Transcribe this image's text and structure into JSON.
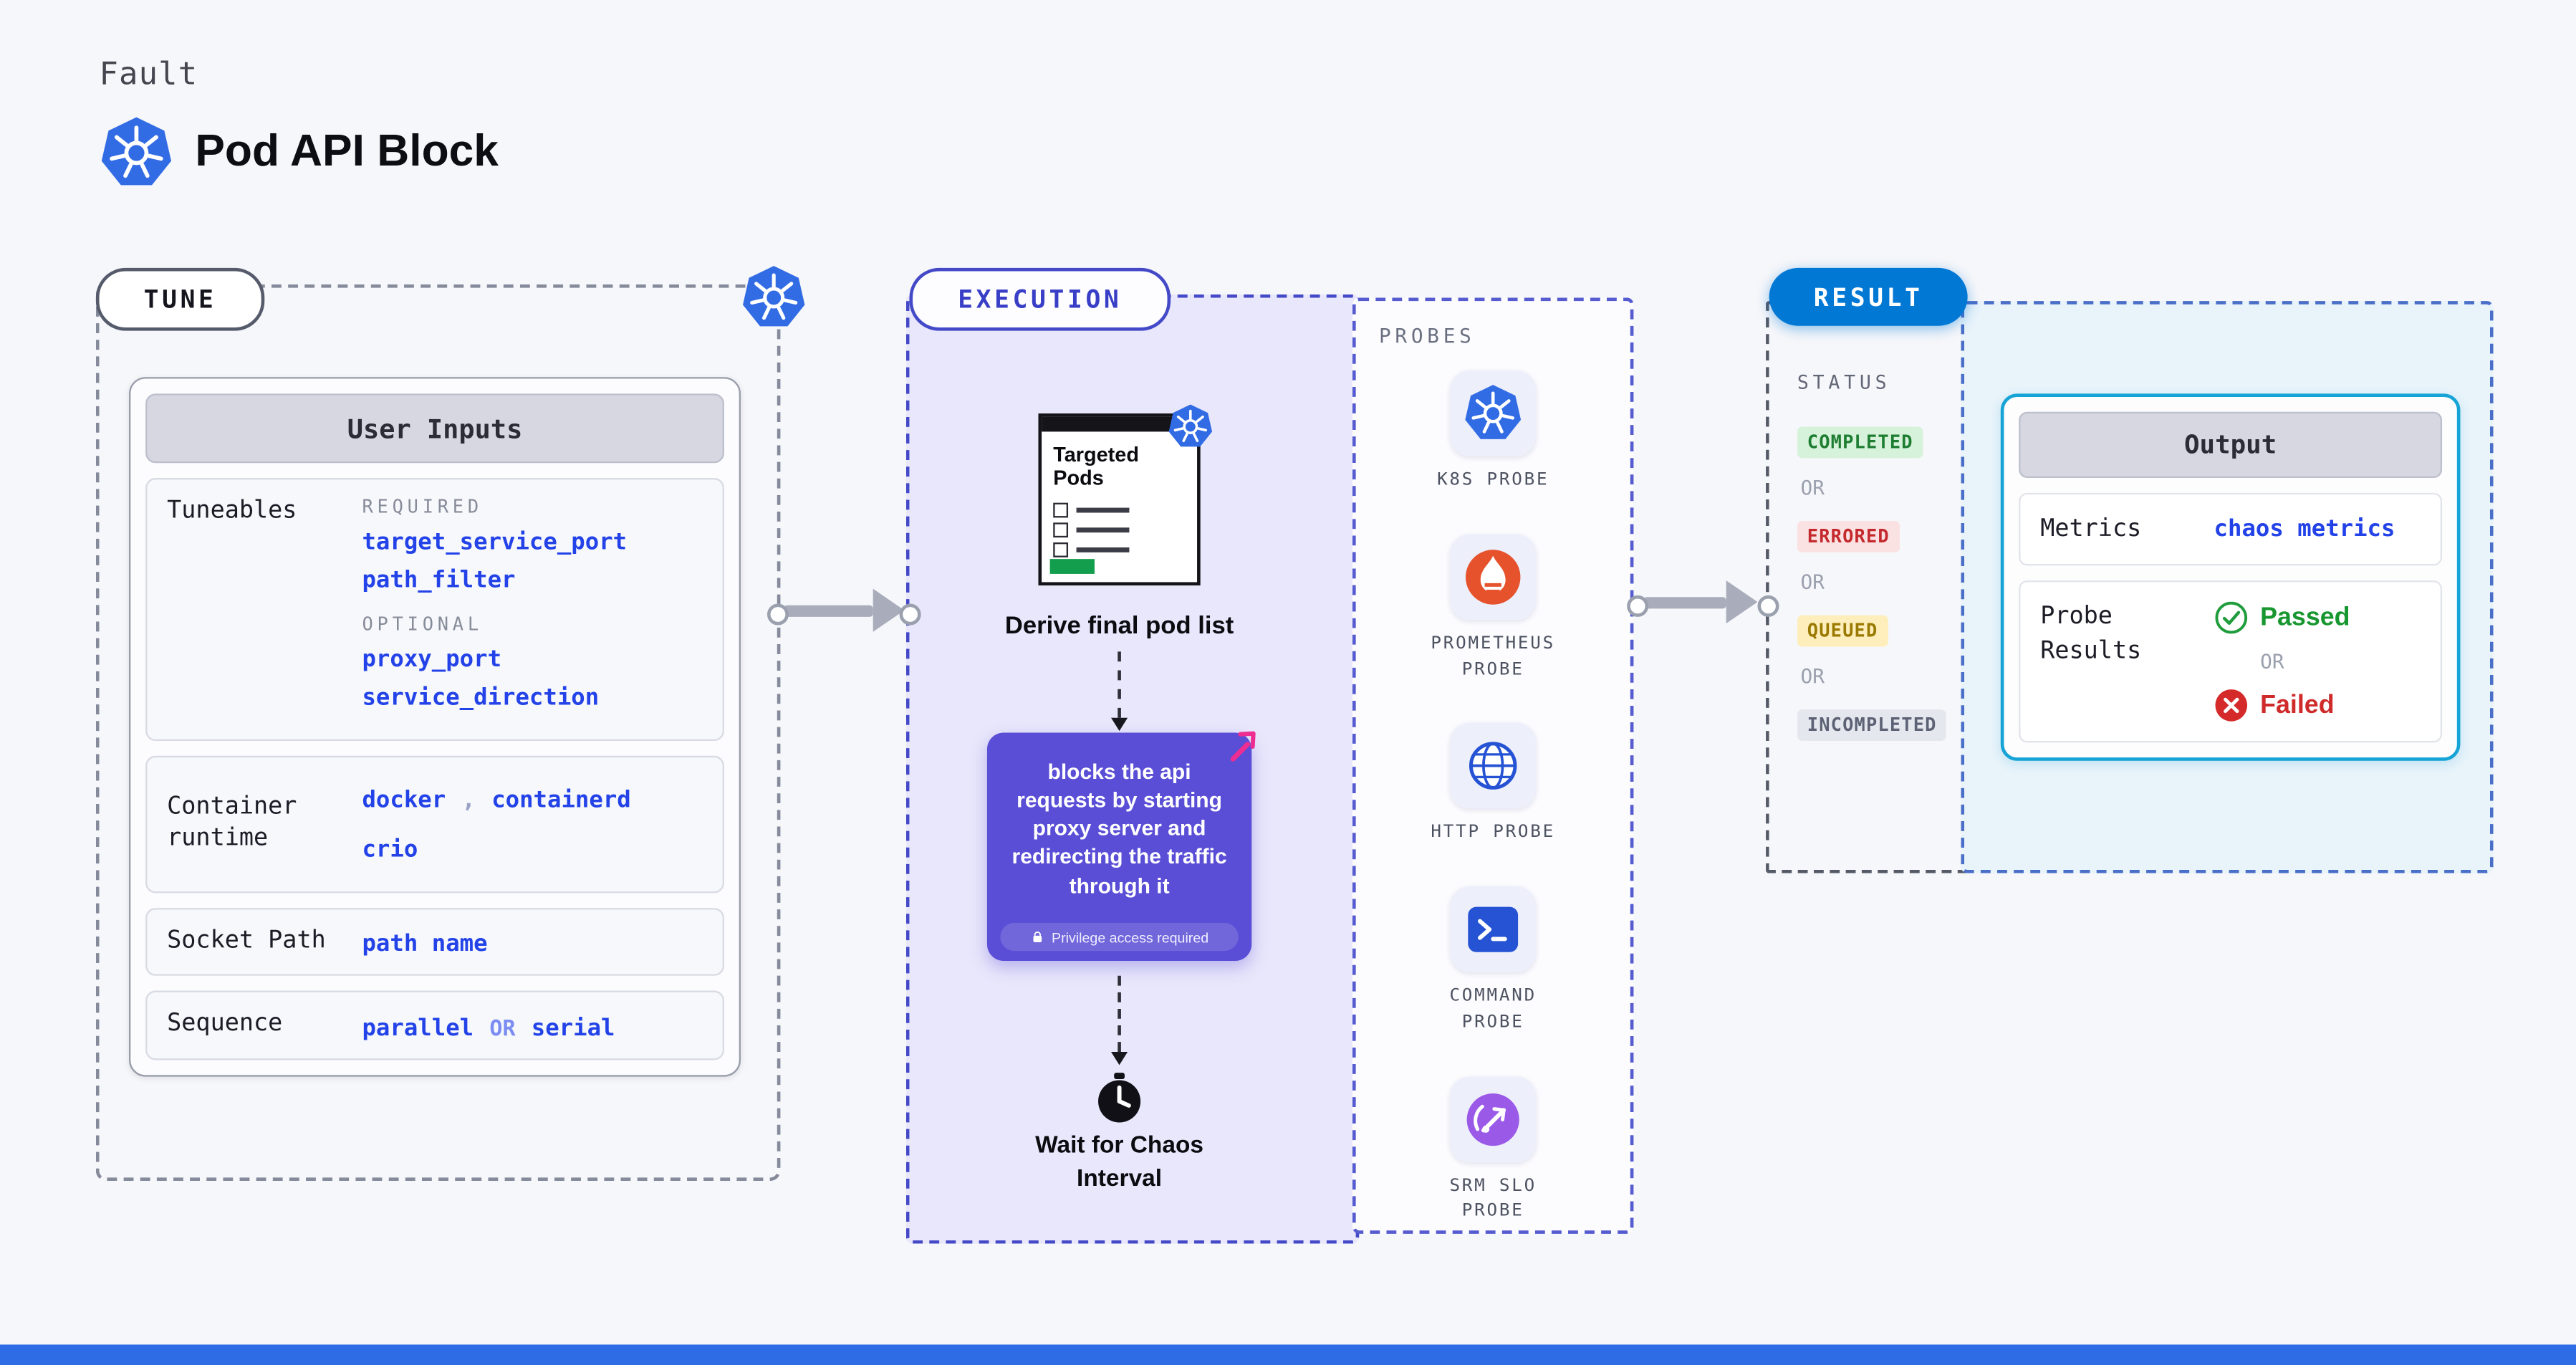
{
  "colors": {
    "k8s_blue": "#326ce5",
    "link_blue": "#2343e8",
    "execution_purple": "#5a4ed6",
    "result_blue": "#0278d5",
    "output_border": "#16a3d6",
    "success_green": "#1d7d31",
    "error_red": "#c42a2d",
    "queued_yellow": "#9a7900",
    "incomplete_gray": "#5d6375"
  },
  "header": {
    "kicker": "Fault",
    "title": "Pod API Block"
  },
  "tune": {
    "label": "TUNE",
    "user_inputs": {
      "title": "User Inputs",
      "tuneables": {
        "label": "Tuneables",
        "required_label": "REQUIRED",
        "required": [
          "target_service_port",
          "path_filter"
        ],
        "optional_label": "OPTIONAL",
        "optional": [
          "proxy_port",
          "service_direction"
        ]
      },
      "container_runtime": {
        "label": "Container runtime",
        "value_1": "docker",
        "separator": ",",
        "value_2": "containerd",
        "value_3": "crio"
      },
      "socket_path": {
        "label": "Socket Path",
        "value": "path name"
      },
      "sequence": {
        "label": "Sequence",
        "value_1": "parallel",
        "conjunction": "OR",
        "value_2": "serial"
      }
    }
  },
  "execution": {
    "label": "EXECUTION",
    "targeted_pods": {
      "title": "Targeted Pods",
      "caption": "Derive final pod list"
    },
    "chaos_action": {
      "text": "blocks the api requests by starting proxy server and redirecting the traffic through it",
      "badge": "Privilege access required"
    },
    "wait_caption": "Wait for Chaos Interval",
    "probes": {
      "label": "PROBES",
      "items": [
        {
          "label": "K8S PROBE",
          "icon": "kubernetes-icon"
        },
        {
          "label": "PROMETHEUS PROBE",
          "icon": "prometheus-icon"
        },
        {
          "label": "HTTP PROBE",
          "icon": "globe-icon"
        },
        {
          "label": "COMMAND PROBE",
          "icon": "terminal-icon"
        },
        {
          "label": "SRM SLO PROBE",
          "icon": "srm-gauge-icon"
        }
      ]
    }
  },
  "result": {
    "label": "RESULT",
    "status": {
      "label": "STATUS",
      "separator": "OR",
      "badges": [
        {
          "text": "COMPLETED",
          "state": "success"
        },
        {
          "text": "ERRORED",
          "state": "error"
        },
        {
          "text": "QUEUED",
          "state": "queued"
        },
        {
          "text": "INCOMPLETED",
          "state": "incomplete"
        }
      ]
    },
    "output": {
      "title": "Output",
      "metrics": {
        "label": "Metrics",
        "value": "chaos metrics"
      },
      "probe_results": {
        "label": "Probe Results",
        "passed": "Passed",
        "separator": "OR",
        "failed": "Failed"
      }
    }
  }
}
